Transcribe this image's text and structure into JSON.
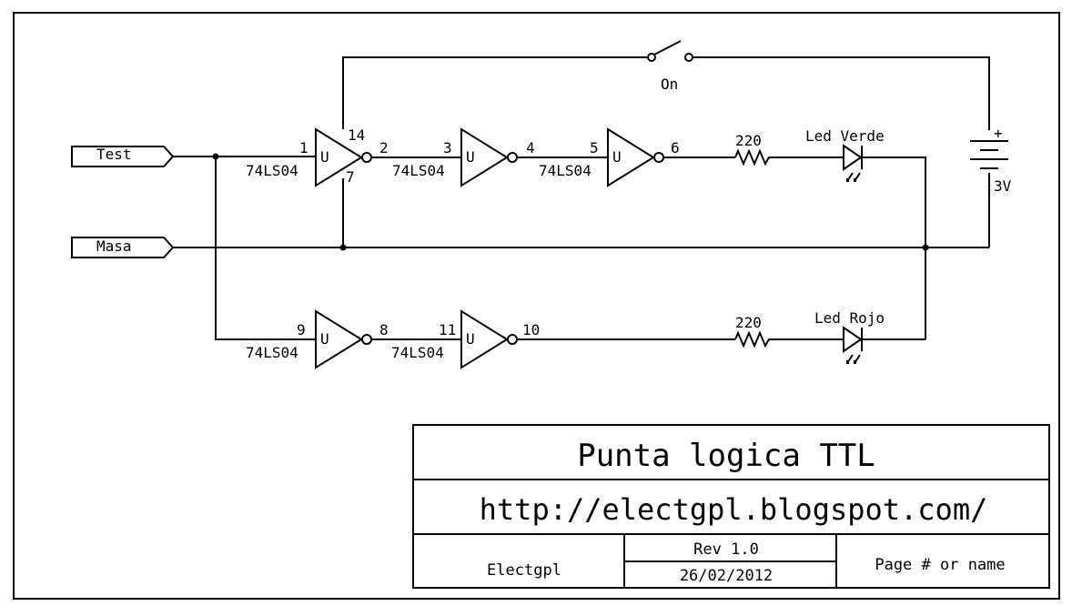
{
  "schematic": {
    "switch_label": "On",
    "battery_plus": "+",
    "battery_label": "3V",
    "connectors": {
      "test": "Test",
      "masa": "Masa"
    },
    "gates": [
      {
        "symbol": "U",
        "part": "74LS04",
        "pin_in": "1",
        "pin_out": "2",
        "pin_vcc": "14",
        "pin_gnd": "7"
      },
      {
        "symbol": "U",
        "part": "74LS04",
        "pin_in": "3",
        "pin_out": "4"
      },
      {
        "symbol": "U",
        "part": "74LS04",
        "pin_in": "5",
        "pin_out": "6"
      },
      {
        "symbol": "U",
        "part": "74LS04",
        "pin_in": "9",
        "pin_out": "8"
      },
      {
        "symbol": "U",
        "part": "74LS04",
        "pin_in": "11",
        "pin_out": "10"
      }
    ],
    "resistors": [
      {
        "value": "220"
      },
      {
        "value": "220"
      }
    ],
    "leds": [
      {
        "name": "Led Verde"
      },
      {
        "name": "Led Rojo"
      }
    ]
  },
  "title_block": {
    "title": "Punta logica TTL",
    "url": "http://electgpl.blogspot.com/",
    "author": "Electgpl",
    "revision": "Rev 1.0",
    "date": "26/02/2012",
    "page": "Page # or name"
  }
}
